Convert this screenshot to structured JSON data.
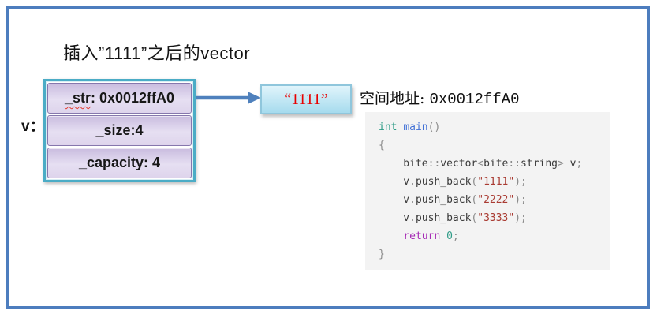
{
  "diagram": {
    "title": "插入”1111”之后的vector",
    "variable_label": "v：",
    "struct_rows": [
      {
        "parts": [
          {
            "text": "_str",
            "wavy": true
          },
          {
            "text": ": 0x0012ffA0",
            "wavy": false
          }
        ]
      },
      {
        "parts": [
          {
            "text": "_size:4",
            "wavy": false
          }
        ]
      },
      {
        "parts": [
          {
            "text": "_capacity: 4",
            "wavy": false
          }
        ]
      }
    ],
    "pointed_value": "“1111”",
    "address_label": "空间地址: ",
    "address_value": "0x0012ffA0"
  },
  "code": {
    "lines": [
      [
        {
          "t": "int",
          "c": "teal"
        },
        {
          "t": " ",
          "c": "plain"
        },
        {
          "t": "main",
          "c": "blue"
        },
        {
          "t": "()",
          "c": "gray"
        }
      ],
      [
        {
          "t": "{",
          "c": "gray"
        }
      ],
      [
        {
          "t": "    bite",
          "c": "plain"
        },
        {
          "t": "::",
          "c": "gray"
        },
        {
          "t": "vector",
          "c": "plain"
        },
        {
          "t": "<",
          "c": "gray"
        },
        {
          "t": "bite",
          "c": "plain"
        },
        {
          "t": "::",
          "c": "gray"
        },
        {
          "t": "string",
          "c": "plain"
        },
        {
          "t": ">",
          "c": "gray"
        },
        {
          "t": " v",
          "c": "plain"
        },
        {
          "t": ";",
          "c": "gray"
        }
      ],
      [
        {
          "t": "    v",
          "c": "plain"
        },
        {
          "t": ".",
          "c": "gray"
        },
        {
          "t": "push_back",
          "c": "plain"
        },
        {
          "t": "(",
          "c": "gray"
        },
        {
          "t": "\"1111\"",
          "c": "red"
        },
        {
          "t": ");",
          "c": "gray"
        }
      ],
      [
        {
          "t": "    v",
          "c": "plain"
        },
        {
          "t": ".",
          "c": "gray"
        },
        {
          "t": "push_back",
          "c": "plain"
        },
        {
          "t": "(",
          "c": "gray"
        },
        {
          "t": "\"2222\"",
          "c": "red"
        },
        {
          "t": ");",
          "c": "gray"
        }
      ],
      [
        {
          "t": "    v",
          "c": "plain"
        },
        {
          "t": ".",
          "c": "gray"
        },
        {
          "t": "push_back",
          "c": "plain"
        },
        {
          "t": "(",
          "c": "gray"
        },
        {
          "t": "\"3333\"",
          "c": "red"
        },
        {
          "t": ");",
          "c": "gray"
        }
      ],
      [
        {
          "t": "    ",
          "c": "plain"
        },
        {
          "t": "return",
          "c": "purple"
        },
        {
          "t": " ",
          "c": "plain"
        },
        {
          "t": "0",
          "c": "teal"
        },
        {
          "t": ";",
          "c": "gray"
        }
      ],
      [
        {
          "t": "}",
          "c": "gray"
        }
      ]
    ]
  },
  "colors": {
    "outer_border": "#4d7dbe",
    "struct_border": "#4bacc6",
    "row_fill_top": "#c9bcdf",
    "row_fill_bottom": "#ded4ec",
    "row_border": "#8677ad",
    "arrow": "#4f81bd",
    "value_box_top": "#e0f4fb",
    "value_box_bottom": "#a6dbee",
    "value_box_border": "#8fc6dc",
    "value_text": "#e80000",
    "code_bg": "#f3f3f3",
    "code_teal": "#2f9c87",
    "code_blue": "#4271d6",
    "code_purple": "#a62bb5",
    "code_red": "#a93b32",
    "code_gray": "#8a8a8a",
    "code_plain": "#3b3b3b"
  }
}
